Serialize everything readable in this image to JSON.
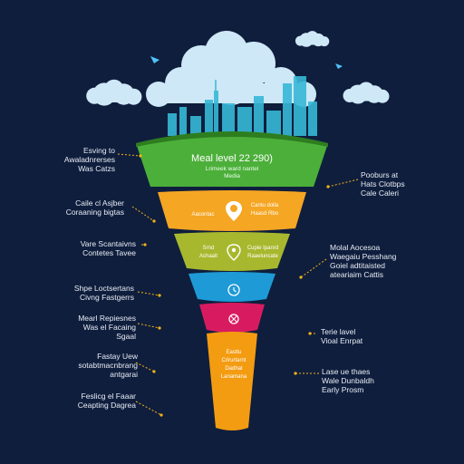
{
  "colors": {
    "background": "#0f1e3d",
    "green": "#4caf3a",
    "orange": "#f5a623",
    "olive": "#a8b82e",
    "blue": "#1e9ad6",
    "pink": "#d81b60",
    "amber": "#f39c12",
    "cloud": "#cfe8f7",
    "city": "#35b8d6",
    "leader": "#f5b316"
  },
  "funnel": {
    "top_title": "Meal level 22 290)",
    "top_sub": "Lrimeek ward nantel\nMedia",
    "tier2_text": "Cantu dolla\nHaasd Rbo",
    "tier2_left": "Aacontac",
    "tier3_left": "Srnd\nAchaalt",
    "tier3_text": "Cupie Ipanrd\nRaaeluncate",
    "tier6_text": "Easttu\nCrirurtarnt\nDadhat\nLanamana",
    "icons": [
      "location-pin-icon",
      "location-pin-icon",
      "clock-icon",
      "gear-icon"
    ]
  },
  "labels_left": [
    {
      "text": "Esving to\nAwaladnrerses\nWas Catzs"
    },
    {
      "text": "Caile cl Asjber\nCoraaning bigtas"
    },
    {
      "text": "Vare Scantaivns\nContetes Tavee"
    },
    {
      "text": "Shpe Loctsertans\nCivng Fastgerrs"
    },
    {
      "text": "Mearl Repiesnes\nWas el Facaing\nSgaal"
    },
    {
      "text": "Fastay Uew\nsotabtmacnbrang\nantgarai"
    },
    {
      "text": "Feslicg el Faaar\nCeapting Dagrea"
    }
  ],
  "labels_right": [
    {
      "text": "Pooburs at\nHats Clotbps\nCale Caleri"
    },
    {
      "text": "Molal Aocesoa\nWaegaiu Pesshang\nGoiel adtitaisted\nateariaim Cattis"
    },
    {
      "text": "Terie lavel\nVioal Enrpat"
    },
    {
      "text": "Lase ue thaes\nWale Dunbaldh\nEarly Prosm"
    }
  ]
}
